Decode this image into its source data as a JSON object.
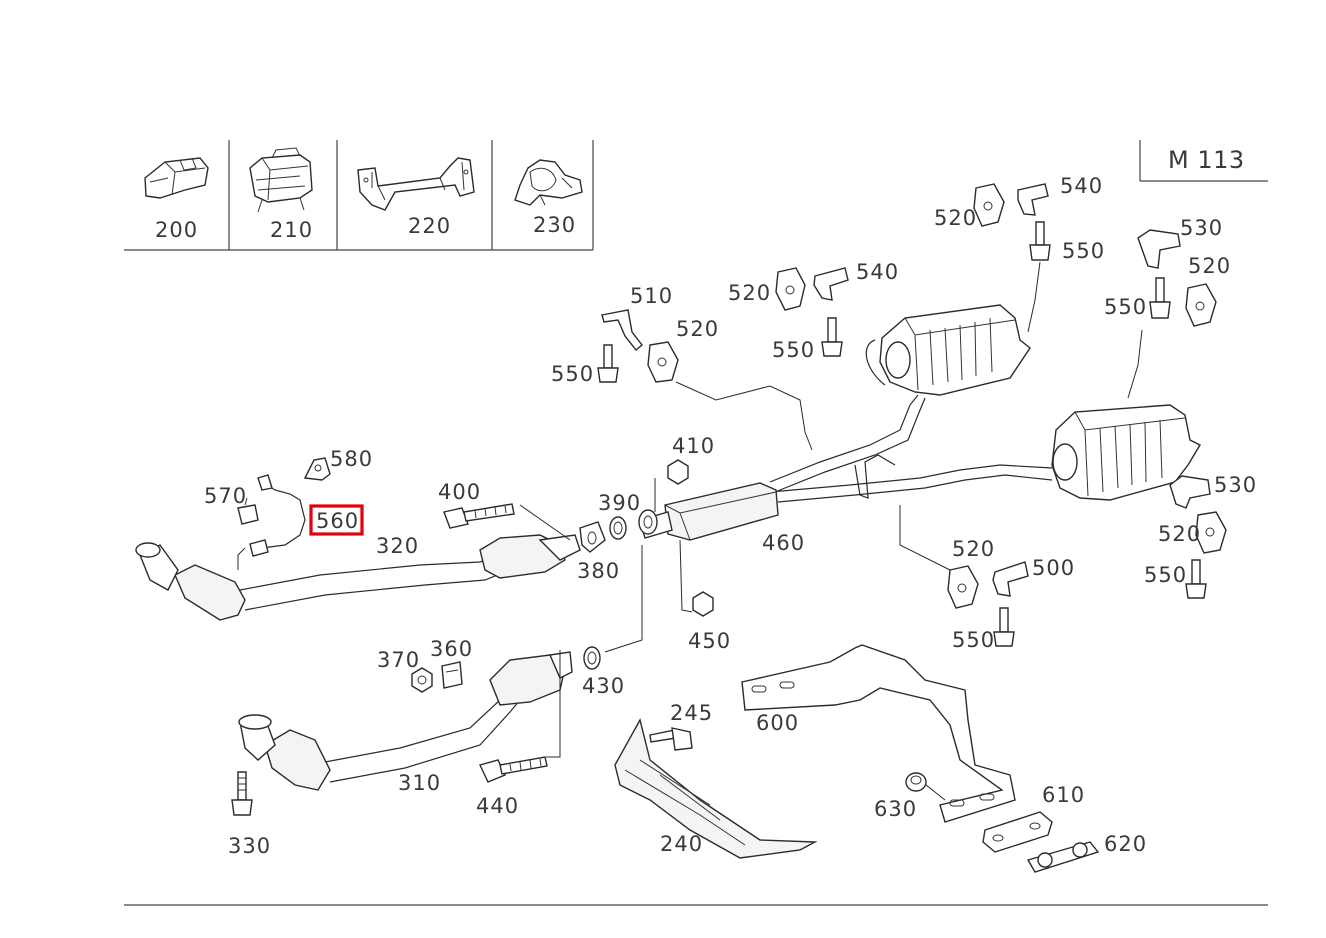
{
  "header": {
    "engine_code": "M 113"
  },
  "inset_parts": [
    {
      "id": "200",
      "label": "200"
    },
    {
      "id": "210",
      "label": "210"
    },
    {
      "id": "220",
      "label": "220"
    },
    {
      "id": "230",
      "label": "230"
    }
  ],
  "callouts": {
    "c245": "245",
    "c240": "240",
    "c310": "310",
    "c320": "320",
    "c330": "330",
    "c360": "360",
    "c370": "370",
    "c380": "380",
    "c390": "390",
    "c400": "400",
    "c410": "410",
    "c430": "430",
    "c440": "440",
    "c450": "450",
    "c460": "460",
    "c500": "500",
    "c510": "510",
    "c520a": "520",
    "c520b": "520",
    "c520c": "520",
    "c520d": "520",
    "c520e": "520",
    "c520f": "520",
    "c530a": "530",
    "c530b": "530",
    "c540a": "540",
    "c540b": "540",
    "c550a": "550",
    "c550b": "550",
    "c550c": "550",
    "c550d": "550",
    "c550e": "550",
    "c550f": "550",
    "c560": "560",
    "c570": "570",
    "c580": "580",
    "c600": "600",
    "c610": "610",
    "c620": "620",
    "c630": "630"
  },
  "highlight": {
    "part": "560",
    "color": "#e0000f"
  }
}
